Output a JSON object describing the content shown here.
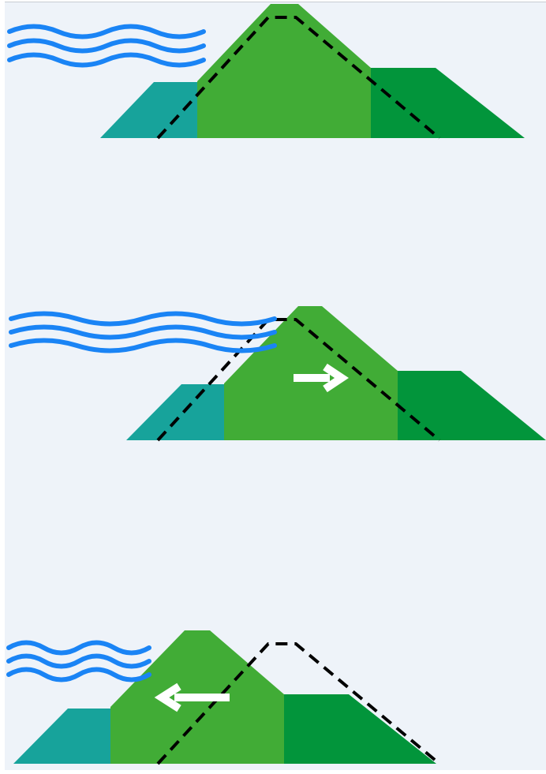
{
  "colors": {
    "background": "#eef3f9",
    "water": "#1a84f5",
    "teal_slope": "#17a39b",
    "mid_green": "#41ac36",
    "dark_green": "#02953b",
    "outline": "#000000",
    "arrow": "#ffffff"
  },
  "panels": [
    {
      "id": "original",
      "arrow": "none",
      "arrow_icon": ""
    },
    {
      "id": "shifted-right",
      "arrow": "right",
      "arrow_icon": "right-arrow-icon"
    },
    {
      "id": "shifted-left",
      "arrow": "left",
      "arrow_icon": "left-arrow-icon"
    }
  ]
}
